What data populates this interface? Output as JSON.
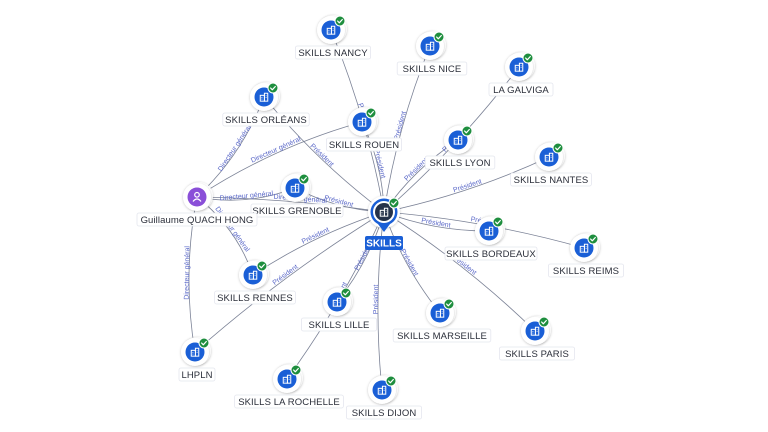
{
  "center": {
    "label": "SKILLS"
  },
  "person": {
    "label": "Guillaume QUACH HONG"
  },
  "companies": [
    {
      "id": "nancy",
      "label": "SKILLS NANCY"
    },
    {
      "id": "nice",
      "label": "SKILLS NICE"
    },
    {
      "id": "galviga",
      "label": "LA GALVIGA"
    },
    {
      "id": "orleans",
      "label": "SKILLS ORLÉANS"
    },
    {
      "id": "rouen",
      "label": "SKILLS ROUEN"
    },
    {
      "id": "lyon",
      "label": "SKILLS LYON"
    },
    {
      "id": "nantes",
      "label": "SKILLS NANTES"
    },
    {
      "id": "grenoble",
      "label": "SKILLS GRENOBLE"
    },
    {
      "id": "bordeaux",
      "label": "SKILLS BORDEAUX"
    },
    {
      "id": "reims",
      "label": "SKILLS REIMS"
    },
    {
      "id": "rennes",
      "label": "SKILLS RENNES"
    },
    {
      "id": "lille",
      "label": "SKILLS LILLE"
    },
    {
      "id": "marseille",
      "label": "SKILLS MARSEILLE"
    },
    {
      "id": "paris",
      "label": "SKILLS PARIS"
    },
    {
      "id": "lhpln",
      "label": "LHPLN"
    },
    {
      "id": "larochelle",
      "label": "SKILLS LA ROCHELLE"
    },
    {
      "id": "dijon",
      "label": "SKILLS DIJON"
    }
  ],
  "edge_labels": {
    "president": "Président",
    "director": "Directeur général",
    "director_short": "Directeur génér"
  },
  "colors": {
    "node_blue": "#1a5fd6",
    "check_green": "#1e8e3e",
    "person_purple": "#8a4fd8",
    "edge": "#7b8296",
    "edge_label": "#5a68c8"
  }
}
